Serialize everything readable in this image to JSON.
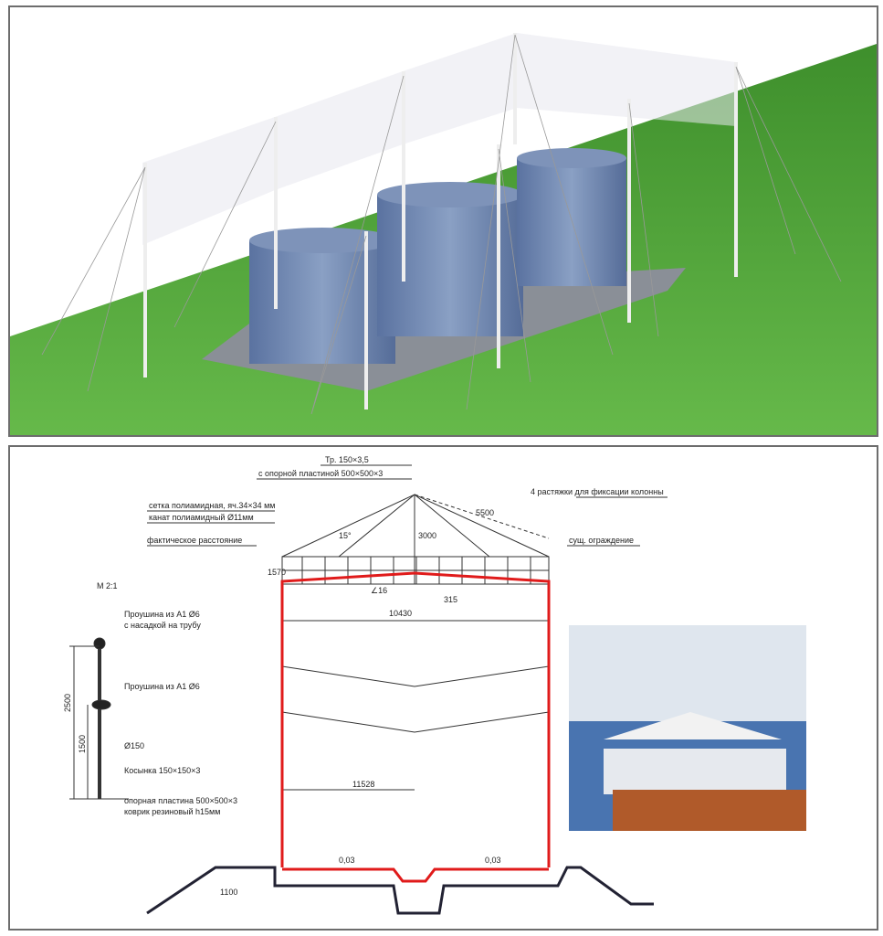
{
  "render_panel": {
    "sky_color": "#ffffff",
    "ground_color": "#4fa33a",
    "tank_color": "#6c84a8"
  },
  "drawing": {
    "pipe_label_1": "Тр. 150×3,5",
    "pipe_label_2": "с опорной пластиной 500×500×3",
    "net_label_1": "сетка полиамидная, яч.34×34 мм",
    "net_label_2": "канат полиамидный Ø11мм",
    "guys_label": "4 растяжки для фиксации колонны",
    "distance_label": "фактическое расстояние",
    "fence_label": "сущ. ограждение",
    "dim_5500": "5500",
    "dim_3000": "3000",
    "dim_1570": "1570",
    "dim_10430": "10430",
    "dim_315": "315",
    "angle_label": "∠16",
    "angle_label_2": "15°",
    "dim_11528": "11528",
    "slope_left": "0,03",
    "slope_right": "0,03",
    "dim_1100": "1100",
    "scale_label": "М 2:1",
    "weld1_line1": "Проушина из А1 Ø6",
    "weld1_line2": "с насадкой на трубу",
    "weld2": "Проушина из А1 Ø6",
    "diam": "Ø150",
    "gusset": "Косынка 150×150×3",
    "plate_line1": "опорная пластина 500×500×3",
    "plate_line2": "коврик резиновый h15мм",
    "dim_2500": "2500",
    "dim_1500": "1500"
  }
}
